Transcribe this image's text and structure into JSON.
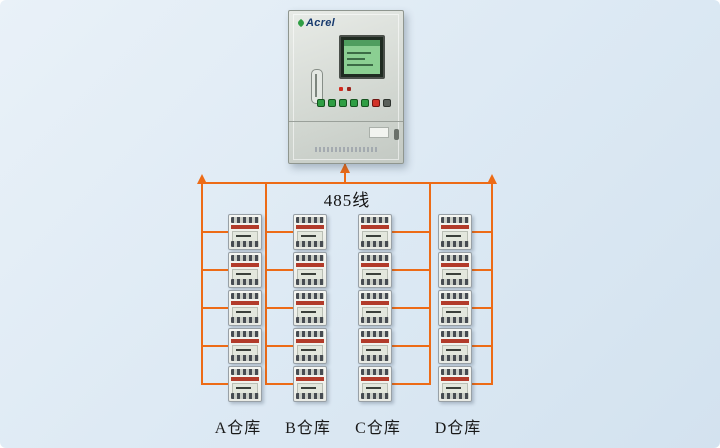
{
  "colors": {
    "background": "#dde9f4",
    "bus_wire": "#ed6b16",
    "cabinet_body": "#d6dbd5",
    "lcd_green": "#8bcf92",
    "device_band_red": "#b23b2a"
  },
  "cabinet": {
    "brand": "Acrel"
  },
  "bus": {
    "label": "485线"
  },
  "diagram": {
    "warehouses": [
      {
        "label": "A仓库",
        "device_count": 5
      },
      {
        "label": "B仓库",
        "device_count": 5
      },
      {
        "label": "C仓库",
        "device_count": 5
      },
      {
        "label": "D仓库",
        "device_count": 5
      }
    ]
  }
}
